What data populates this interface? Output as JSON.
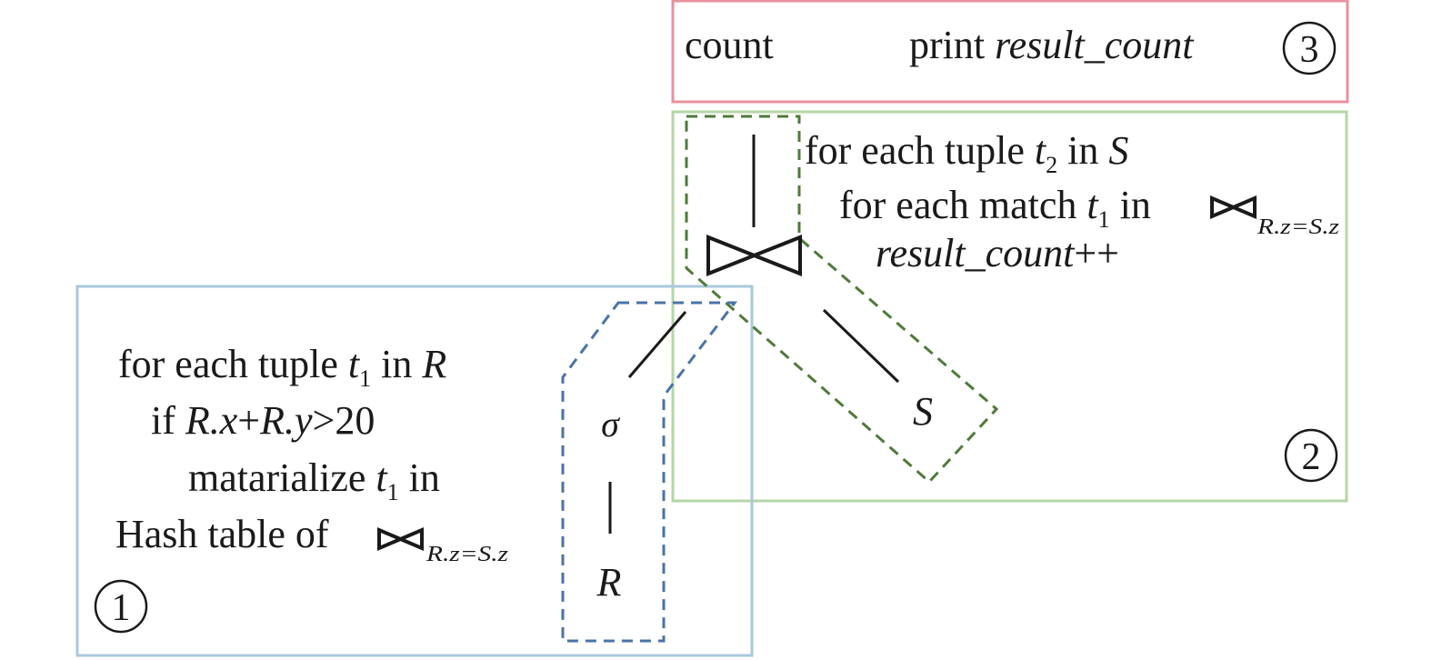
{
  "colors": {
    "stage1_box": "#a9c8dc",
    "stage2_box": "#b5d6a7",
    "stage3_box": "#e8919e",
    "pipeline1_dash": "#4a72a8",
    "pipeline2_dash": "#4f7a3a",
    "ink": "#1a1a1a"
  },
  "stage3": {
    "number": "3",
    "operator": "count",
    "code_keyword": "print",
    "code_var": "result_count"
  },
  "stage2": {
    "number": "2",
    "line1": {
      "prefix": "for each tuple ",
      "var": "t",
      "sub": "2",
      "mid": " in ",
      "rel": "S"
    },
    "line2": {
      "prefix": "for each match ",
      "var": "t",
      "sub": "1",
      "mid": " in",
      "join_icon": "bowtie-join-icon",
      "join_cond": "R.z=S.z"
    },
    "line3": {
      "var": "result_count",
      "suffix": "++"
    }
  },
  "stage1": {
    "number": "1",
    "line1": {
      "prefix": "for each tuple ",
      "var": "t",
      "sub": "1",
      "mid": " in ",
      "rel": "R"
    },
    "line2": {
      "prefix": "if ",
      "expr_a": "R.x",
      "plus": "+",
      "expr_b": "R.y",
      "cmp": ">20"
    },
    "line3": {
      "prefix": "matarialize ",
      "var": "t",
      "sub": "1",
      "suffix": " in"
    },
    "line4": {
      "prefix": "Hash table of",
      "join_icon": "bowtie-join-icon",
      "join_cond": "R.z=S.z"
    }
  },
  "plan_tree": {
    "join_icon": "bowtie-join-icon",
    "select_symbol": "σ",
    "left_relation": "R",
    "right_relation": "S"
  }
}
